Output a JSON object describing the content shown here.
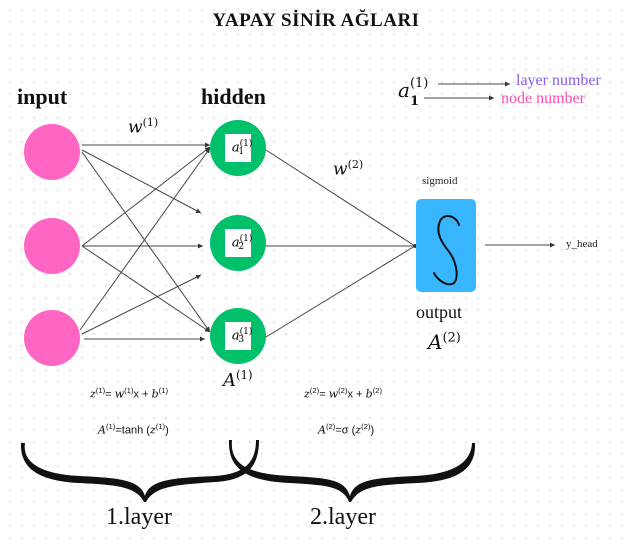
{
  "title": "YAPAY SİNİR AĞLARI",
  "labels": {
    "input": "input",
    "hidden": "hidden",
    "output": "output",
    "sigmoid": "sigmoid",
    "y_head": "y_head"
  },
  "legend": {
    "symbol": "a",
    "superscript": "(1)",
    "subscript": "1",
    "layer_number": "layer number",
    "node_number": "node number"
  },
  "weights": {
    "w1_base": "w",
    "w1_sup": "(1)",
    "w2_base": "w",
    "w2_sup": "(2)"
  },
  "input_nodes": [
    {
      "id": 1
    },
    {
      "id": 2
    },
    {
      "id": 3
    }
  ],
  "hidden_nodes": [
    {
      "symbol": "a",
      "sup": "(1)",
      "sub": "1"
    },
    {
      "symbol": "a",
      "sup": "(1)",
      "sub": "2"
    },
    {
      "symbol": "a",
      "sup": "(1)",
      "sub": "3"
    }
  ],
  "activations": {
    "A1_base": "A",
    "A1_sup": "(1)",
    "A2_base": "A",
    "A2_sup": "(2)"
  },
  "equations": {
    "layer1_z": {
      "lhs": "z",
      "lhs_sup": "(1)",
      "eq": "= ",
      "w": "w",
      "w_sup": "(1)",
      "x": "x + ",
      "b": "b",
      "b_sup": "(1)"
    },
    "layer1_a": {
      "lhs": "A",
      "lhs_sup": "(1)",
      "fn": "=tanh (",
      "z": "z",
      "z_sup": "(1)",
      "close": ")"
    },
    "layer2_z": {
      "lhs": "z",
      "lhs_sup": "(2)",
      "eq": "= ",
      "w": "w",
      "w_sup": "(2)",
      "x": "x + ",
      "b": "b",
      "b_sup": "(2)"
    },
    "layer2_a": {
      "lhs": "A",
      "lhs_sup": "(2)",
      "fn": "=σ (",
      "z": "z",
      "z_sup": "(2)",
      "close": ")"
    }
  },
  "layers": {
    "layer1": "1.layer",
    "layer2": "2.layer"
  },
  "colors": {
    "input_node": "#ff66c4",
    "hidden_node": "#00c06a",
    "output_box": "#38b6ff",
    "layer_number": "#8b5cf6",
    "node_number": "#ff4fb0"
  }
}
